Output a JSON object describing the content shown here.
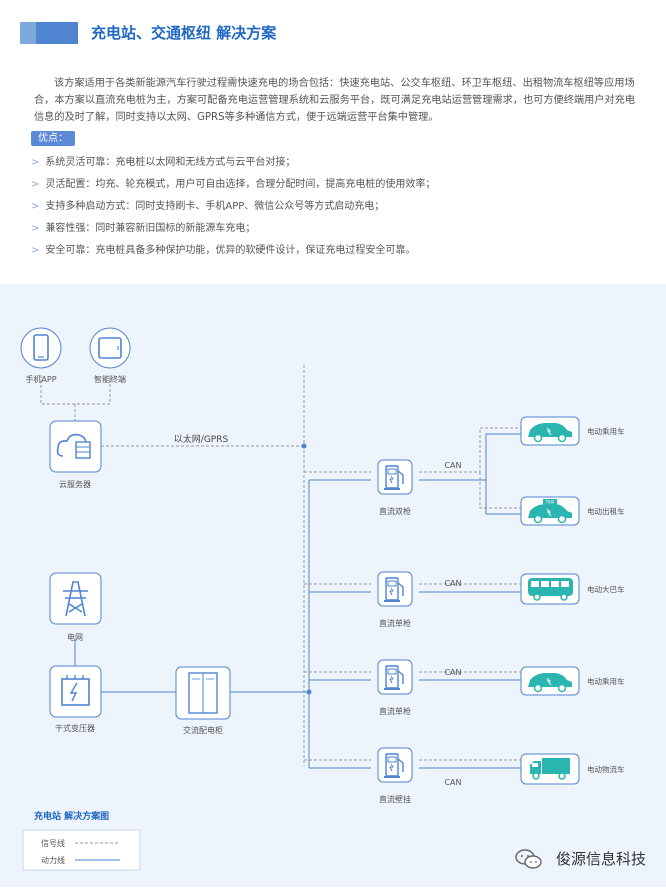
{
  "page": {
    "title": "充电站、交通枢纽 解决方案",
    "intro": "该方案适用于各类新能源汽车行驶过程需快速充电的场合包括：快速充电站、公交车枢纽、环卫车枢纽、出租物流车枢纽等应用场合，本方案以直流充电桩为主，方案可配备充电运营管理系统和云服务平台，既可满足充电站运营管理需求，也可方便终端用户对充电信息的及时了解，同时支持以太网、GPRS等多种通信方式，便于远端运营平台集中管理。",
    "advantages_label": "优点：",
    "advantages": [
      "系统灵活可靠：充电桩以太网和无线方式与云平台对接；",
      "灵活配置：均充、轮充模式，用户可自由选择，合理分配时间，提高充电桩的使用效率；",
      "支持多种启动方式：同时支持刷卡、手机APP、微信公众号等方式启动充电；",
      "兼容性强：同时兼容新旧国标的新能源车充电；",
      "安全可靠：充电桩具备多种保护功能，优异的软硬件设计，保证充电过程安全可靠。"
    ],
    "list_marker": ">"
  },
  "diagram": {
    "mobile_app": "手机APP",
    "smart_terminal": "智能终端",
    "cloud_server": "云服务器",
    "link_label": "以太网/GPRS",
    "grid": "电网",
    "transformer": "干式变压器",
    "ac_cabinet": "交流配电柜",
    "chargers": [
      "直流双枪",
      "直流单枪",
      "直流单枪",
      "直流壁挂"
    ],
    "can_label": "CAN",
    "vehicles": [
      "电动乘用车",
      "电动出租车",
      "电动大巴车",
      "电动乘用车",
      "电动物流车"
    ],
    "taxi_sign": "TAXI",
    "legend_title": "充电站 解决方案图",
    "legend_signal": "信号线",
    "legend_power": "动力线",
    "colors": {
      "accent": "#1f68c4",
      "line": "#4f84d0",
      "signal": "#999999",
      "vehicle": "#2bb5b0"
    }
  },
  "watermark": "俊源信息科技"
}
